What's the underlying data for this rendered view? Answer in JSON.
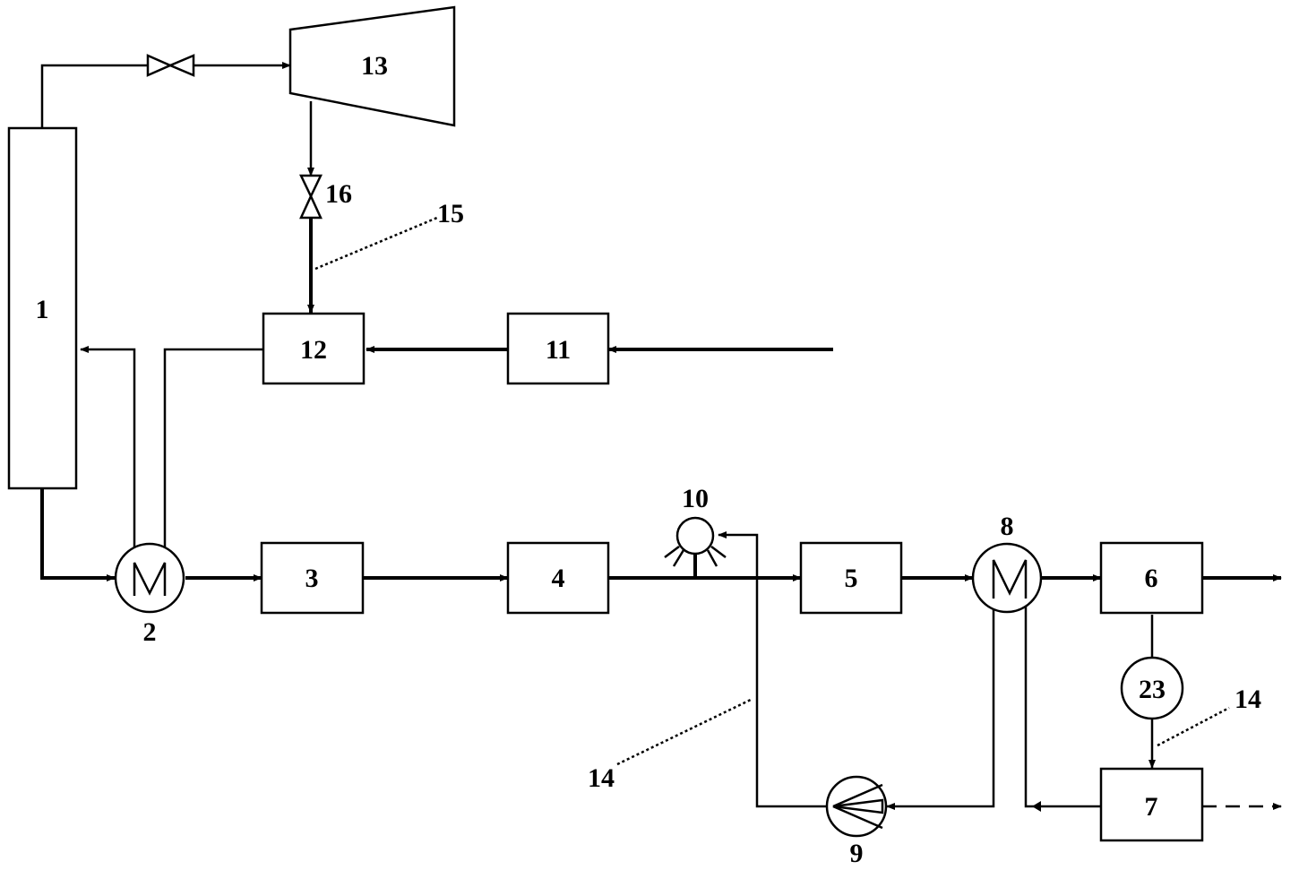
{
  "components": {
    "c1": "1",
    "c2": "2",
    "c3": "3",
    "c4": "4",
    "c5": "5",
    "c6": "6",
    "c7": "7",
    "c8": "8",
    "c9": "9",
    "c10": "10",
    "c11": "11",
    "c12": "12",
    "c13": "13",
    "c16": "16",
    "c23": "23"
  },
  "callouts": {
    "pipe15": "15",
    "pipe14_left": "14",
    "pipe14_right": "14"
  }
}
